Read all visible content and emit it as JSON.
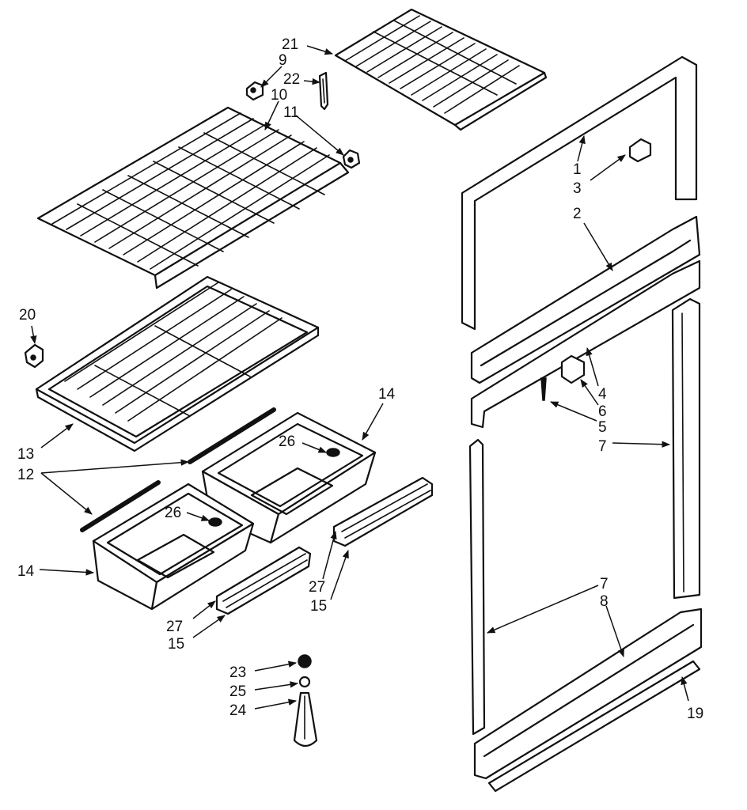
{
  "labels": {
    "l1": "1",
    "l2": "2",
    "l3": "3",
    "l4": "4",
    "l5": "5",
    "l6": "6",
    "l7a": "7",
    "l7b": "7",
    "l8": "8",
    "l9": "9",
    "l10": "10",
    "l11": "11",
    "l12": "12",
    "l13": "13",
    "l14a": "14",
    "l14b": "14",
    "l15a": "15",
    "l15b": "15",
    "l19": "19",
    "l20": "20",
    "l21": "21",
    "l22": "22",
    "l23": "23",
    "l24": "24",
    "l25": "25",
    "l26a": "26",
    "l26b": "26",
    "l27a": "27",
    "l27b": "27"
  }
}
